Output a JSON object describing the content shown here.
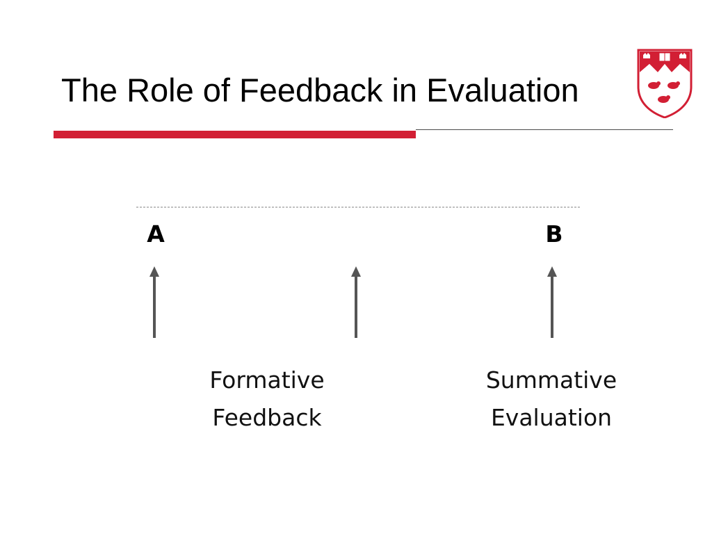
{
  "slide": {
    "title": "The Role of Feedback in Evaluation"
  },
  "diagram": {
    "start_label": "A",
    "end_label": "B",
    "formative": {
      "line1": "Formative",
      "line2": "Feedback"
    },
    "summative": {
      "line1": "Summative",
      "line2": "Evaluation"
    }
  },
  "colors": {
    "accent": "#d21f34",
    "arrow": "#555555",
    "dotted_line": "#9a9a9a"
  },
  "icons": {
    "logo": "university-crest-icon"
  }
}
